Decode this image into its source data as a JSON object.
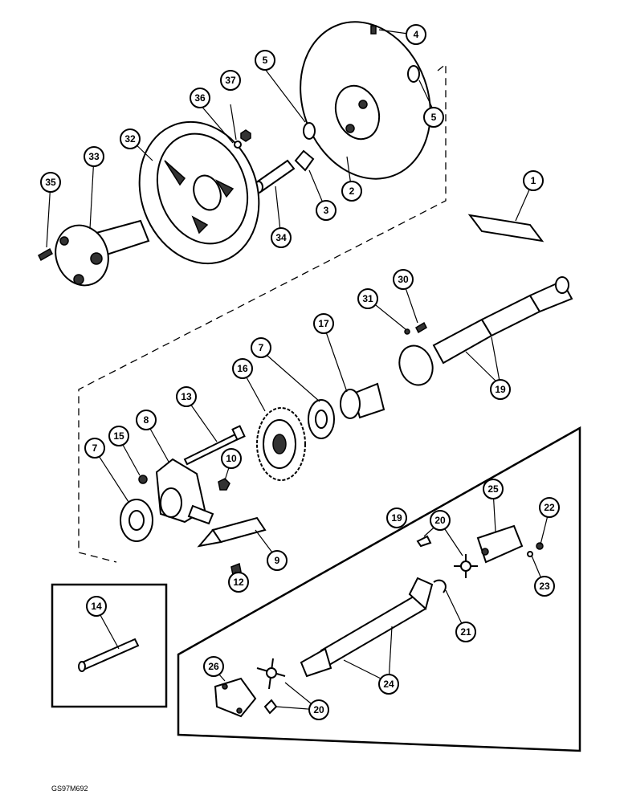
{
  "figure_ref": "GS97M692",
  "callouts": [
    {
      "id": "c1",
      "label": "1"
    },
    {
      "id": "c2",
      "label": "2"
    },
    {
      "id": "c3",
      "label": "3"
    },
    {
      "id": "c4",
      "label": "4"
    },
    {
      "id": "c5a",
      "label": "5"
    },
    {
      "id": "c5b",
      "label": "5"
    },
    {
      "id": "c7a",
      "label": "7"
    },
    {
      "id": "c7b",
      "label": "7"
    },
    {
      "id": "c8",
      "label": "8"
    },
    {
      "id": "c9",
      "label": "9"
    },
    {
      "id": "c10",
      "label": "10"
    },
    {
      "id": "c12",
      "label": "12"
    },
    {
      "id": "c13",
      "label": "13"
    },
    {
      "id": "c14",
      "label": "14"
    },
    {
      "id": "c15",
      "label": "15"
    },
    {
      "id": "c16",
      "label": "16"
    },
    {
      "id": "c17",
      "label": "17"
    },
    {
      "id": "c19a",
      "label": "19"
    },
    {
      "id": "c19b",
      "label": "19"
    },
    {
      "id": "c20a",
      "label": "20"
    },
    {
      "id": "c20b",
      "label": "20"
    },
    {
      "id": "c21",
      "label": "21"
    },
    {
      "id": "c22",
      "label": "22"
    },
    {
      "id": "c23",
      "label": "23"
    },
    {
      "id": "c24",
      "label": "24"
    },
    {
      "id": "c25",
      "label": "25"
    },
    {
      "id": "c26",
      "label": "26"
    },
    {
      "id": "c30",
      "label": "30"
    },
    {
      "id": "c31",
      "label": "31"
    },
    {
      "id": "c32",
      "label": "32"
    },
    {
      "id": "c33",
      "label": "33"
    },
    {
      "id": "c34",
      "label": "34"
    },
    {
      "id": "c35",
      "label": "35"
    },
    {
      "id": "c36",
      "label": "36"
    },
    {
      "id": "c37",
      "label": "37"
    }
  ]
}
